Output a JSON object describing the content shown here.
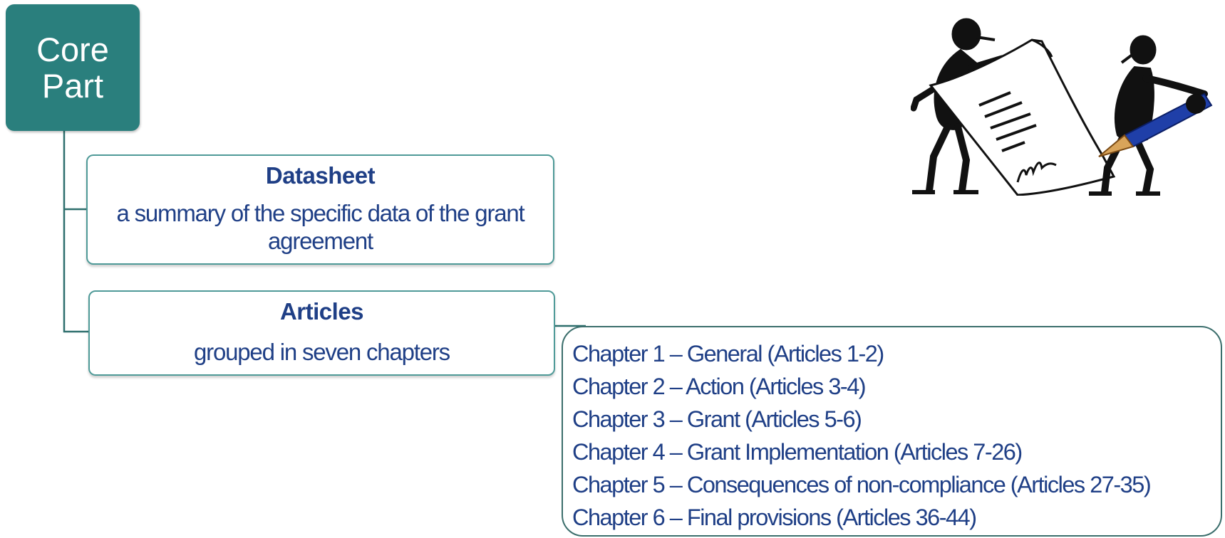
{
  "core": {
    "line1": "Core",
    "line2": "Part"
  },
  "datasheet": {
    "title": "Datasheet",
    "desc_line1": "a summary of the specific data of the grant",
    "desc_line2": "agreement"
  },
  "articles": {
    "title": "Articles",
    "desc": "grouped in seven chapters"
  },
  "chapters": [
    "Chapter 1 – General (Articles 1-2)",
    "Chapter 2 – Action (Articles 3-4)",
    "Chapter 3 – Grant (Articles 5-6)",
    "Chapter 4 – Grant Implementation  (Articles 7-26)",
    "Chapter 5 – Consequences of non-compliance (Articles 27-35)",
    "Chapter 6 – Final provisions (Articles 36-44)"
  ],
  "colors": {
    "core_fill": "#2a7f7d",
    "connector": "#2e6f6d",
    "card_border": "#4f9a98",
    "text_navy": "#1f3f86",
    "pen_blue": "#1f3fa8"
  },
  "illustration": {
    "icon": "contract-signing-figures-icon"
  }
}
